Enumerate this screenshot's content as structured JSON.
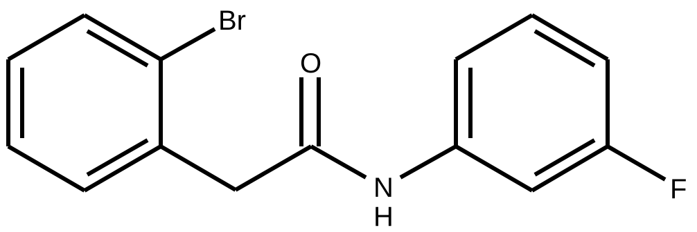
{
  "diagram": {
    "type": "chemical-structure",
    "atoms": {
      "bromine": "Br",
      "oxygen": "O",
      "amide_nitrogen": "N",
      "amide_hydrogen": "H",
      "fluorine": "F"
    },
    "colors": {
      "line": "#000000",
      "background": "#ffffff"
    }
  }
}
